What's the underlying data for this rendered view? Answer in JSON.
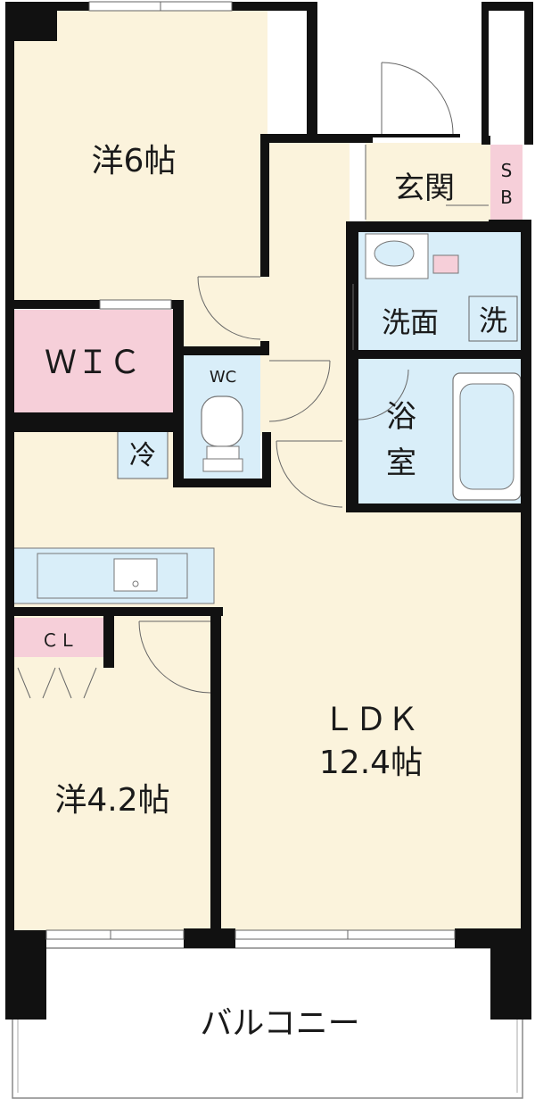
{
  "rooms": {
    "western_6": "洋6帖",
    "wic": "ＷＩＣ",
    "fridge": "冷",
    "wc": "WC",
    "entrance": "玄関",
    "sb_s": "S",
    "sb_b": "B",
    "washroom": "洗面",
    "washer": "洗",
    "bath_1": "浴",
    "bath_2": "室",
    "cl": "ＣＬ",
    "ldk_name": "ＬＤＫ",
    "ldk_size": "12.4帖",
    "western_42": "洋4.2帖",
    "balcony": "バルコニー"
  },
  "colors": {
    "floor": "#fbf3dc",
    "wet": "#d9eef9",
    "storage": "#f6cfd9",
    "wall": "#111111",
    "counter": "#d9eef9"
  }
}
